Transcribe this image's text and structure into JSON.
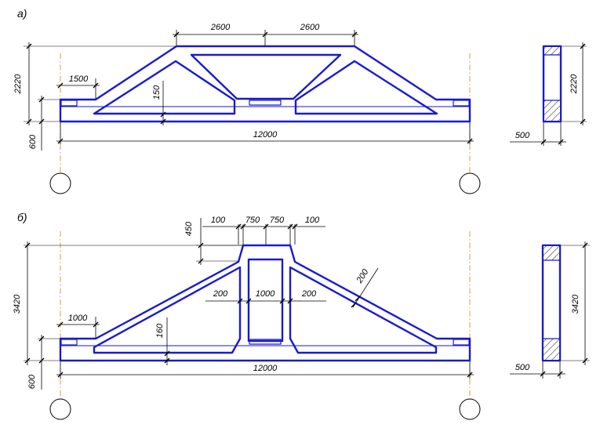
{
  "colors": {
    "beam": "#1a1ad0",
    "axis": "#c8963c",
    "lines": "#000000"
  },
  "beam_a": {
    "label": "а)",
    "dims": {
      "panel_left": "2600",
      "panel_right": "2600",
      "end_length": "1500",
      "thickness": "150",
      "height": "2220",
      "support_depth": "600",
      "span": "12000",
      "section_width": "500",
      "section_height": "2220"
    }
  },
  "beam_b": {
    "label": "б)",
    "dims": {
      "top_100_left": "100",
      "top_750_left": "750",
      "top_750_right": "750",
      "top_100_right": "100",
      "top_height": "450",
      "post_left": "200",
      "post_mid": "1000",
      "post_right": "200",
      "diagonal": "200",
      "end_length": "1000",
      "thickness": "160",
      "height": "3420",
      "support_depth": "600",
      "span": "12000",
      "section_width": "500",
      "section_height": "3420"
    }
  }
}
